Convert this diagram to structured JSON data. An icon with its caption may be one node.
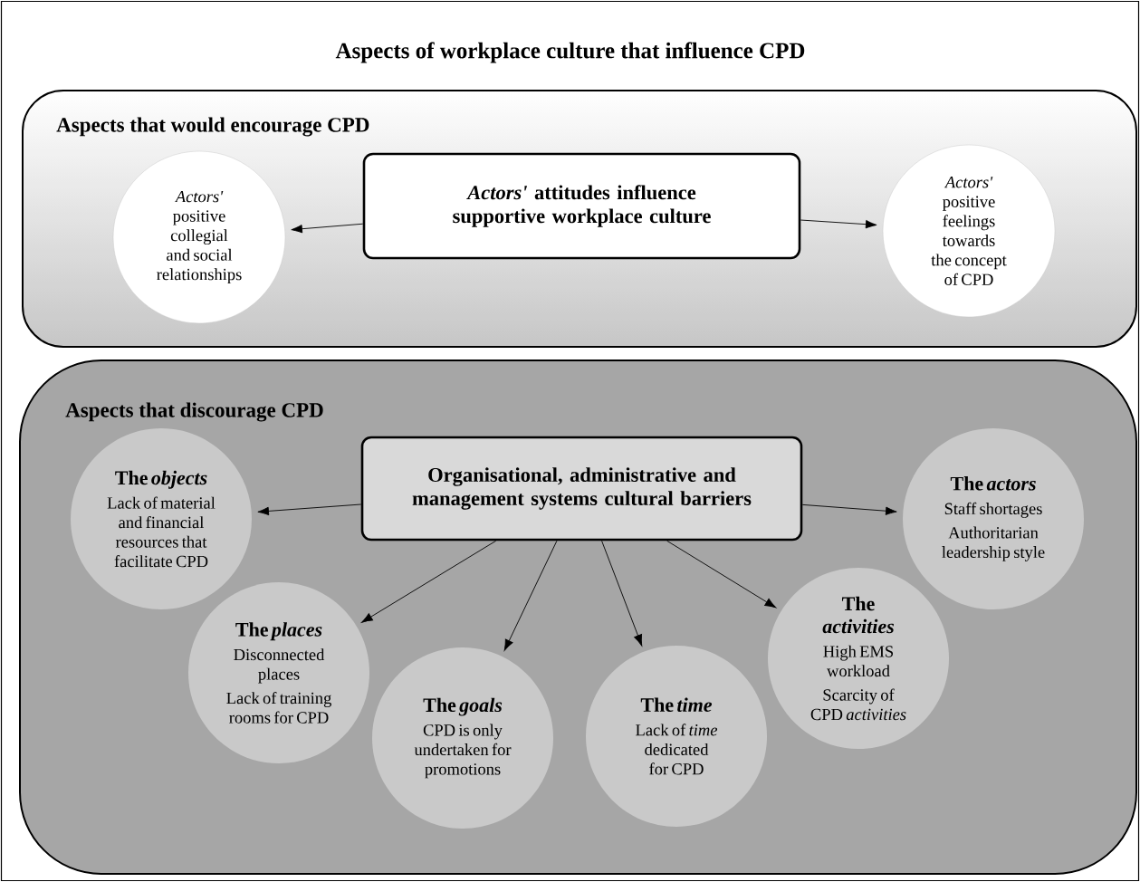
{
  "diagram": {
    "title": "Aspects of workplace culture that influence CPD",
    "nodes": [
      {
        "text": [
          "Aspects that would encourage CPD"
        ]
      },
      {
        "text": [
          "*Actors'* attitudes influence supportive workplace culture"
        ],
        "in": 0
      },
      {
        "text": [
          "*Actors'* positive collegial and social relationships"
        ],
        "in": 0
      },
      {
        "text": [
          "*Actors'* positive feelings towards the concept of CPD"
        ],
        "in": 0
      },
      {
        "text": [
          "Aspects that discourage CPD"
        ]
      },
      {
        "text": [
          "Organisational, administrative and management systems cultural barriers"
        ],
        "in": 4
      },
      {
        "text": [
          "The *objects*",
          "Lack of material and financial resources that facilitate CPD"
        ],
        "in": 4
      },
      {
        "text": [
          "The *places*",
          "Disconnected places",
          "Lack of training rooms for CPD"
        ],
        "in": 4
      },
      {
        "text": [
          "The *goals*",
          "CPD is only undertaken for promotions"
        ],
        "in": 4
      },
      {
        "text": [
          "The *time*",
          "Lack of *time* dedicated for CPD"
        ],
        "in": 4
      },
      {
        "text": [
          "The *activities*",
          "High EMS workload",
          "Scarcity of CPD *activities*"
        ],
        "in": 4
      },
      {
        "text": [
          "The *actors*",
          "Staff shortages",
          "Authoritarian leadership style"
        ],
        "in": 4
      }
    ],
    "edges": [
      {
        "from": 1,
        "to": 2,
        "arrow": "to"
      },
      {
        "from": 1,
        "to": 3,
        "arrow": "to"
      },
      {
        "from": 5,
        "to": 6,
        "arrow": "to"
      },
      {
        "from": 5,
        "to": 7,
        "arrow": "to"
      },
      {
        "from": 5,
        "to": 8,
        "arrow": "to"
      },
      {
        "from": 5,
        "to": 9,
        "arrow": "to"
      },
      {
        "from": 5,
        "to": 10,
        "arrow": "to"
      },
      {
        "from": 5,
        "to": 11,
        "arrow": "to"
      }
    ]
  }
}
